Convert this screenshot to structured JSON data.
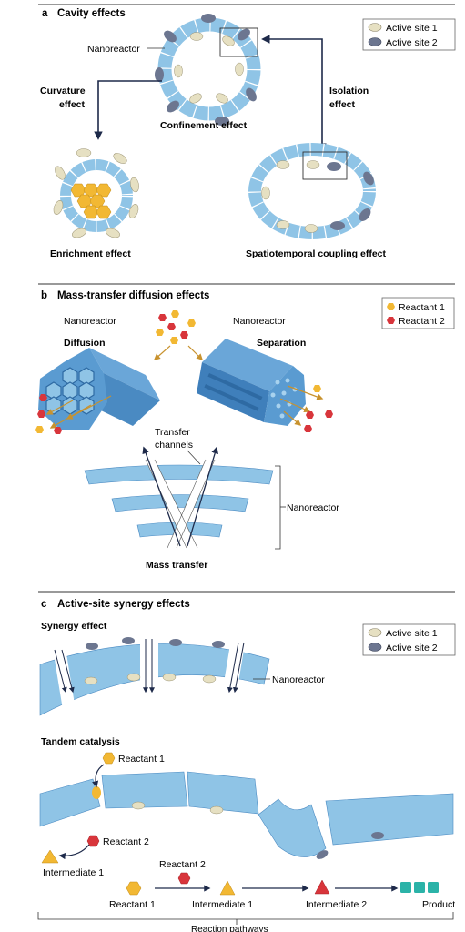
{
  "colors": {
    "shell": "#8fc4e6",
    "shell_dark": "#4a8ac2",
    "shell_stroke": "#ffffff",
    "site1": "#e6e0c2",
    "site2": "#6c7690",
    "reactant1": "#f2b833",
    "reactant2": "#d8353b",
    "product": "#2bb3a8",
    "arrow_dark": "#1e2a4a",
    "arrow_gold": "#c8922e"
  },
  "section_a": {
    "letter": "a",
    "title": "Cavity effects",
    "nanoreactor_label": "Nanoreactor",
    "curvature_label_1": "Curvature",
    "curvature_label_2": "effect",
    "isolation_label_1": "Isolation",
    "isolation_label_2": "effect",
    "confinement_label": "Confinement effect",
    "enrichment_label": "Enrichment effect",
    "spatiotemporal_label": "Spatiotemporal coupling effect",
    "legend": {
      "site1": "Active site 1",
      "site2": "Active site 2"
    }
  },
  "section_b": {
    "letter": "b",
    "title": "Mass-transfer diffusion effects",
    "nanoreactor_left": "Nanoreactor",
    "nanoreactor_right": "Nanoreactor",
    "diffusion_label": "Diffusion",
    "separation_label": "Separation",
    "transfer_label_1": "Transfer",
    "transfer_label_2": "channels",
    "nanoreactor_side": "Nanoreactor",
    "mass_transfer_label": "Mass transfer",
    "legend": {
      "reactant1": "Reactant 1",
      "reactant2": "Reactant 2"
    }
  },
  "section_c": {
    "letter": "c",
    "title": "Active-site synergy effects",
    "synergy_label": "Synergy effect",
    "nanoreactor_label": "Nanoreactor",
    "tandem_label": "Tandem catalysis",
    "reactant1_label": "Reactant 1",
    "reactant2_label": "Reactant 2",
    "intermediate1_label": "Intermediate 1",
    "pathway_reactant2": "Reactant 2",
    "pathway_steps": [
      "Reactant 1",
      "Intermediate 1",
      "Intermediate 2",
      "Product"
    ],
    "pathway_caption": "Reaction pathways",
    "legend": {
      "site1": "Active site 1",
      "site2": "Active site 2"
    }
  }
}
